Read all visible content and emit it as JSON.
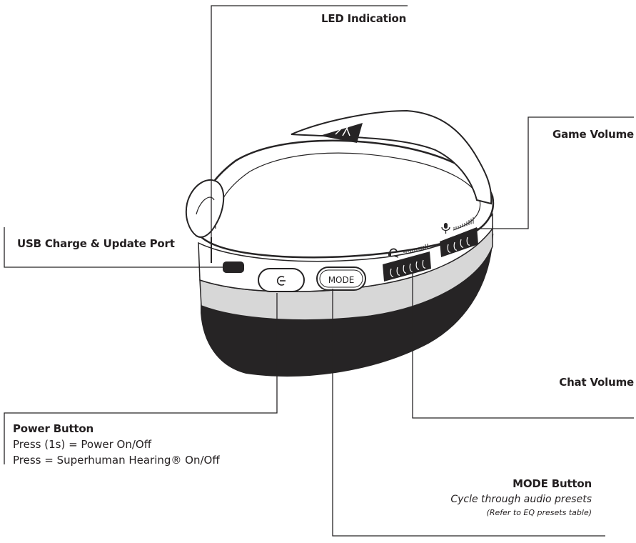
{
  "labels": {
    "led": "LED Indication",
    "game_volume": "Game Volume",
    "usb": "USB Charge & Update Port",
    "chat_volume": "Chat Volume",
    "power_title": "Power Button",
    "power_line1": "Press (1s) = Power On/Off",
    "power_line2": "Press = Superhuman Hearing® On/Off",
    "mode_title": "MODE Button",
    "mode_line1": "Cycle through audio presets",
    "mode_line2": "(Refer to EQ presets table)"
  },
  "device": {
    "mode_button_text": "MODE"
  },
  "icons": [
    "power-icon",
    "headset-icon",
    "microphone-icon",
    "brand-logo-icon"
  ]
}
